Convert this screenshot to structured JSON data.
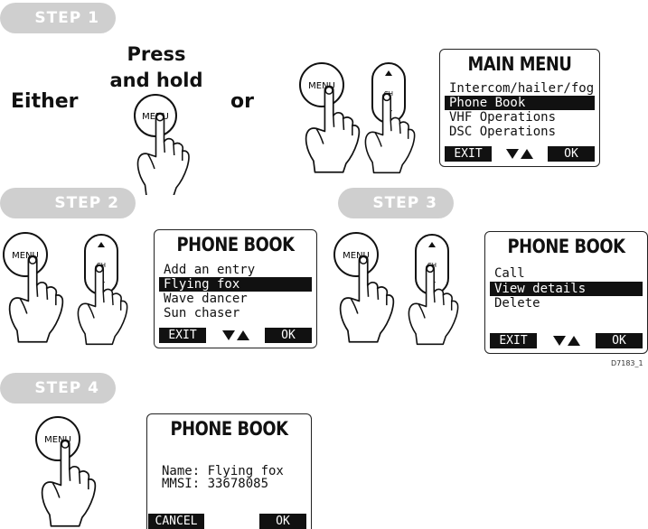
{
  "steps": {
    "step1": "STEP 1",
    "step2": "STEP 2",
    "step3": "STEP 3",
    "step4": "STEP 4"
  },
  "labels": {
    "either": "Either",
    "press_hold": "Press and hold",
    "or": "or"
  },
  "buttons": {
    "menu": "MENU",
    "ch": "CH"
  },
  "main_menu": {
    "title": "MAIN MENU",
    "items": [
      "Intercom/hailer/fog",
      "Phone Book",
      "VHF Operations",
      "DSC Operations"
    ],
    "selected_index": 1,
    "left_key": "EXIT",
    "right_key": "OK"
  },
  "phone_book_1": {
    "title": "PHONE BOOK",
    "items": [
      "Add an entry",
      "Flying fox",
      "Wave dancer",
      "Sun chaser"
    ],
    "selected_index": 1,
    "left_key": "EXIT",
    "right_key": "OK"
  },
  "phone_book_2": {
    "title": "PHONE BOOK",
    "items": [
      "Call",
      "View details",
      "Delete"
    ],
    "selected_index": 1,
    "left_key": "EXIT",
    "right_key": "OK"
  },
  "phone_book_3": {
    "title": "PHONE BOOK",
    "name_line": "Name: Flying fox",
    "mmsi_line": "MMSI: 33678085",
    "left_key": "CANCEL",
    "right_key": "OK"
  },
  "figure_code": "D7183_1"
}
